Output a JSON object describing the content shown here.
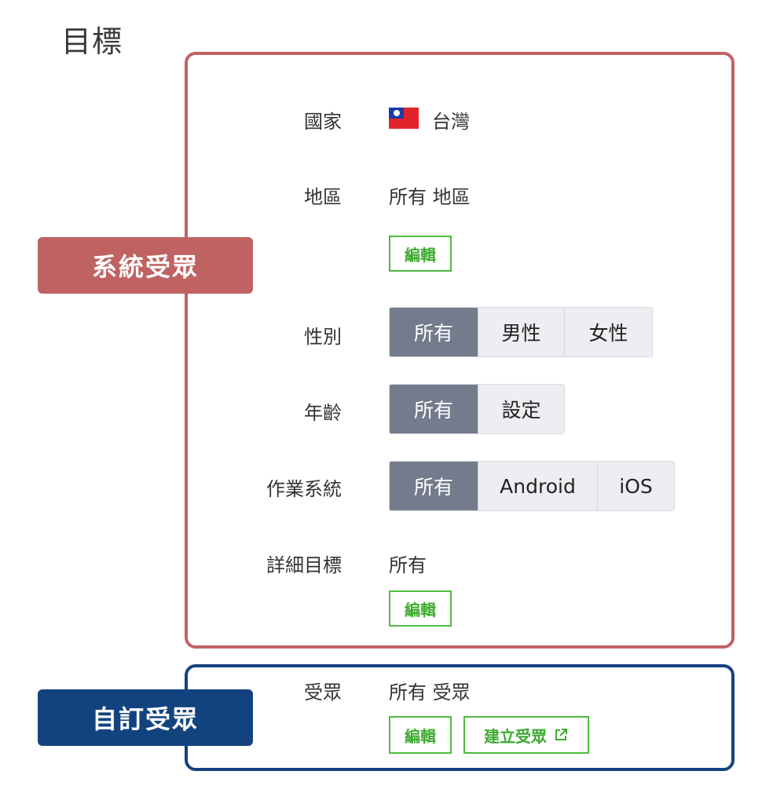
{
  "page": {
    "title": "目標"
  },
  "annotations": {
    "system_audience": {
      "label": "系統受眾",
      "color": "#c06262"
    },
    "custom_audience": {
      "label": "自訂受眾",
      "color": "#13437f"
    }
  },
  "targeting": {
    "country": {
      "label": "國家",
      "value": "台灣",
      "flag_icon": "taiwan-flag-icon"
    },
    "region": {
      "label": "地區",
      "value": "所有 地區",
      "edit_label": "編輯"
    },
    "gender": {
      "label": "性別",
      "options": [
        "所有",
        "男性",
        "女性"
      ],
      "selected": "所有"
    },
    "age": {
      "label": "年齡",
      "options": [
        "所有",
        "設定"
      ],
      "selected": "所有"
    },
    "os": {
      "label": "作業系統",
      "options": [
        "所有",
        "Android",
        "iOS"
      ],
      "selected": "所有"
    },
    "detailed": {
      "label": "詳細目標",
      "value": "所有",
      "edit_label": "編輯"
    },
    "audience": {
      "label": "受眾",
      "value": "所有 受眾",
      "edit_label": "編輯",
      "create_label": "建立受眾",
      "create_icon": "external-link-icon"
    }
  },
  "colors": {
    "accent_green": "#3daa2e",
    "segment_active": "#737b8c",
    "segment_inactive": "#eceef1"
  }
}
